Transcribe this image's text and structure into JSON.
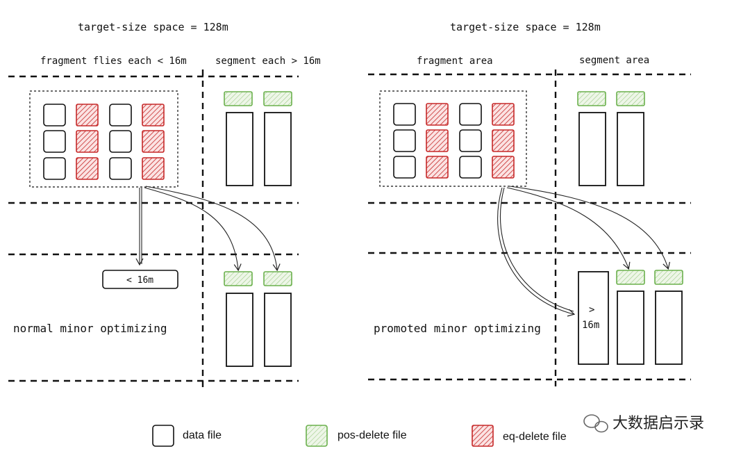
{
  "left_panel": {
    "title": "target-size space = 128m",
    "fragment_label": "fragment flies each < 16m",
    "segment_label": "segment each > 16m",
    "output_label": "< 16m",
    "mode_label": "normal minor optimizing"
  },
  "right_panel": {
    "title": "target-size space = 128m",
    "fragment_label": "fragment area",
    "segment_label": "segment area",
    "promoted_label_line1": ">",
    "promoted_label_line2": "16m",
    "mode_label": "promoted minor optimizing"
  },
  "legend": {
    "data_file": "data file",
    "pos_delete_file": "pos-delete file",
    "eq_delete_file": "eq-delete file"
  },
  "watermark": {
    "text": "大数据启示录"
  },
  "colors": {
    "eq_delete": "#c62828",
    "pos_delete": "#6ab04c",
    "pos_fill": "#e6f2dc",
    "ink": "#111111"
  }
}
